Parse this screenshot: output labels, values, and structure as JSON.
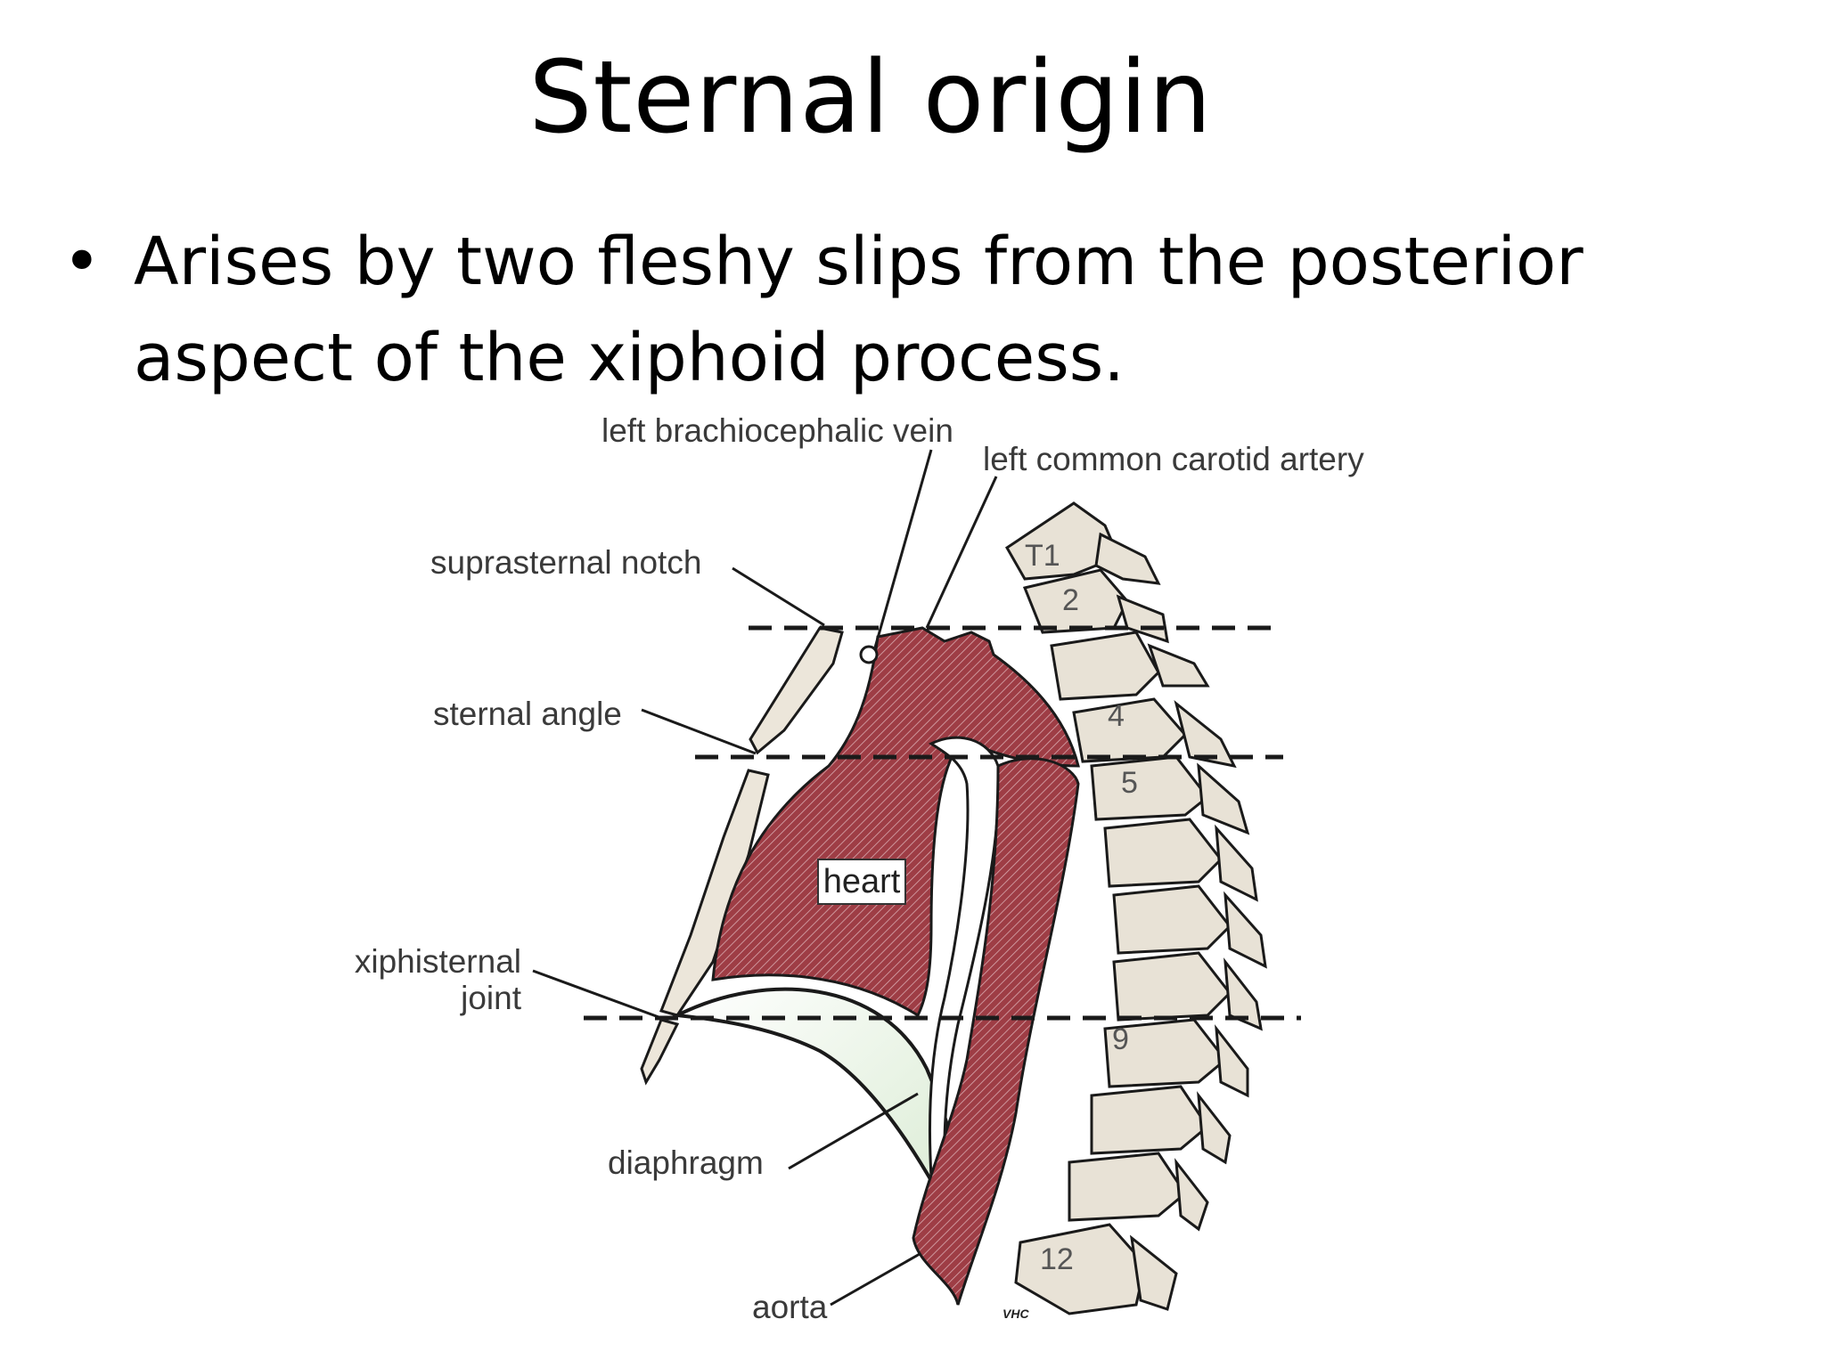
{
  "slide": {
    "title": "Sternal origin",
    "bullet": "Arises by two fleshy slips from the posterior aspect of the xiphoid process."
  },
  "diagram": {
    "labels": {
      "left_brachiocephalic_vein": "left brachiocephalic vein",
      "left_common_carotid_artery": "left common carotid artery",
      "suprasternal_notch": "suprasternal notch",
      "sternal_angle": "sternal angle",
      "heart": "heart",
      "xiphisternal_joint_line1": "xiphisternal",
      "xiphisternal_joint_line2": "joint",
      "diaphragm": "diaphragm",
      "aorta": "aorta"
    },
    "vertebra_numbers": {
      "t1": "T1",
      "v2": "2",
      "v4": "4",
      "v5": "5",
      "v9": "9",
      "v12": "12"
    },
    "signature": "VHC",
    "colors": {
      "heart_fill": "#9e3d45",
      "bone_fill": "#ece6da",
      "line": "#1a1a1a"
    }
  }
}
